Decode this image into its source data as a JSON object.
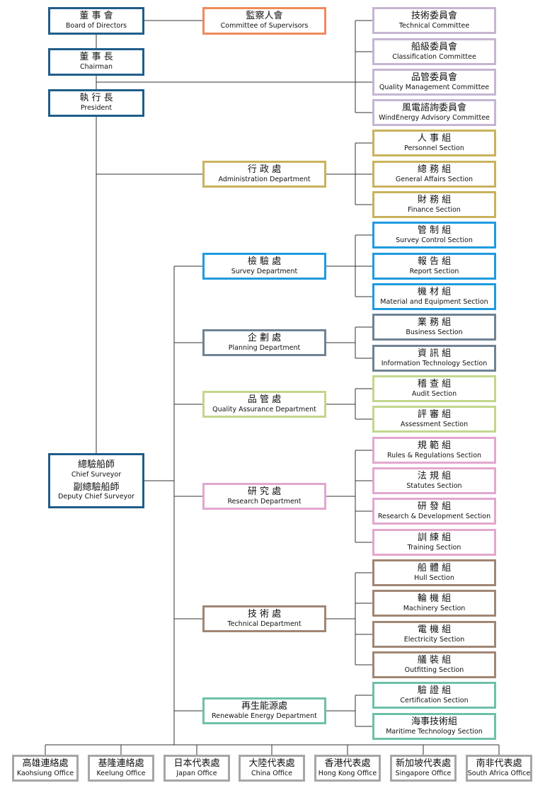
{
  "colors": {
    "navy": "#1f5d8a",
    "orange": "#f08a5d",
    "lavender": "#c5b5d2",
    "gold": "#c9b25c",
    "blue": "#1e9be0",
    "slate": "#6f8394",
    "lime": "#c3d68c",
    "pink": "#e3a7cf",
    "brown": "#a08674",
    "teal": "#6dc0a9",
    "gray": "#a6a6a6",
    "line": "#333333"
  },
  "governance": {
    "board": {
      "zh": "董 事 會",
      "en": "Board of Directors"
    },
    "chairman": {
      "zh": "董 事 長",
      "en": "Chairman"
    },
    "president": {
      "zh": "執 行 長",
      "en": "President"
    },
    "supervisors": {
      "zh": "監察人會",
      "en": "Committee of Supervisors"
    },
    "chief": {
      "zh": "總驗船師",
      "en": "Chief Surveyor",
      "zh2": "副總驗船師",
      "en2": "Deputy Chief Surveyor"
    }
  },
  "committees": [
    {
      "zh": "技術委員會",
      "en": "Technical Committee"
    },
    {
      "zh": "船級委員會",
      "en": "Classification Committee"
    },
    {
      "zh": "品管委員會",
      "en": "Quality Management Committee"
    },
    {
      "zh": "風電諮詢委員會",
      "en": "WindEnergy Advisory Committee"
    }
  ],
  "admin": {
    "dept": {
      "zh": "行 政 處",
      "en": "Administration Department"
    },
    "sections": [
      {
        "zh": "人 事 組",
        "en": "Personnel Section"
      },
      {
        "zh": "總 務 組",
        "en": "General Affairs Section"
      },
      {
        "zh": "財 務 組",
        "en": "Finance Section"
      }
    ]
  },
  "departments": [
    {
      "key": "survey",
      "color": "blue",
      "dept": {
        "zh": "檢 驗 處",
        "en": "Survey Department"
      },
      "sections": [
        {
          "zh": "管 制 組",
          "en": "Survey Control Section"
        },
        {
          "zh": "報 告 組",
          "en": "Report Section"
        },
        {
          "zh": "機 材 組",
          "en": "Material and Equipment Section"
        }
      ]
    },
    {
      "key": "planning",
      "color": "slate",
      "dept": {
        "zh": "企 劃 處",
        "en": "Planning Department"
      },
      "sections": [
        {
          "zh": "業 務 組",
          "en": "Business Section"
        },
        {
          "zh": "資 訊 組",
          "en": "Information Technology Section"
        }
      ]
    },
    {
      "key": "qa",
      "color": "lime",
      "dept": {
        "zh": "品 管 處",
        "en": "Quality Assurance Department"
      },
      "sections": [
        {
          "zh": "稽 查 組",
          "en": "Audit Section"
        },
        {
          "zh": "評 審 組",
          "en": "Assessment Section"
        }
      ]
    },
    {
      "key": "research",
      "color": "pink",
      "dept": {
        "zh": "研 究 處",
        "en": "Research Department"
      },
      "sections": [
        {
          "zh": "規 範 組",
          "en": "Rules & Regulations Section"
        },
        {
          "zh": "法 規 組",
          "en": "Statutes Section"
        },
        {
          "zh": "研 發 組",
          "en": "Research & Development Section"
        },
        {
          "zh": "訓 練 組",
          "en": "Training Section"
        }
      ]
    },
    {
      "key": "technical",
      "color": "brown",
      "dept": {
        "zh": "技 術 處",
        "en": "Technical Department"
      },
      "sections": [
        {
          "zh": "船 體 組",
          "en": "Hull Section"
        },
        {
          "zh": "輪 機 組",
          "en": "Machinery Section"
        },
        {
          "zh": "電 機 組",
          "en": "Electricity Section"
        },
        {
          "zh": "艤 裝 組",
          "en": "Outfitting Section"
        }
      ]
    },
    {
      "key": "renewable",
      "color": "teal",
      "dept": {
        "zh": "再生能源處",
        "en": "Renewable Energy Department"
      },
      "sections": [
        {
          "zh": "驗 證 組",
          "en": "Certification Section"
        },
        {
          "zh": "海事技術組",
          "en": "Maritime Technology Section"
        }
      ]
    }
  ],
  "offices": [
    {
      "zh": "高雄連絡處",
      "en": "Kaohsiung Office"
    },
    {
      "zh": "基隆連絡處",
      "en": "Keelung Office"
    },
    {
      "zh": "日本代表處",
      "en": "Japan Office"
    },
    {
      "zh": "大陸代表處",
      "en": "China Office"
    },
    {
      "zh": "香港代表處",
      "en": "Hong Kong Office"
    },
    {
      "zh": "新加坡代表處",
      "en": "Singapore Office"
    },
    {
      "zh": "南非代表處",
      "en": "South Africa Office"
    }
  ]
}
